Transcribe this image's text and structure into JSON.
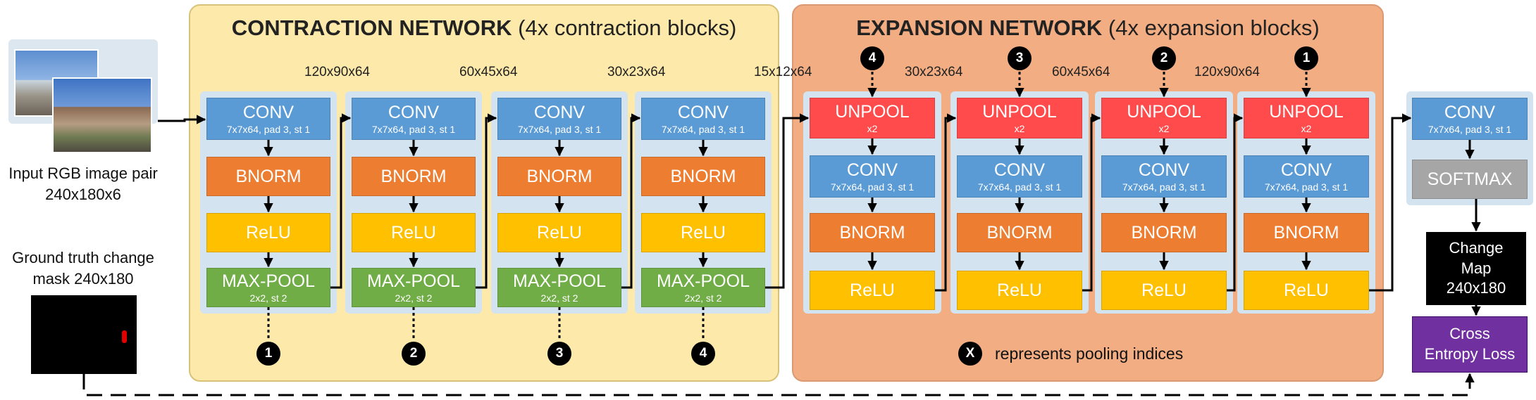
{
  "contraction": {
    "title_bold": "CONTRACTION NETWORK",
    "title_rest": " (4x contraction blocks)"
  },
  "expansion": {
    "title_bold": "EXPANSION NETWORK",
    "title_rest": " (4x expansion blocks)"
  },
  "inputs": {
    "rgb_label_line1": "Input RGB image pair",
    "rgb_label_line2": "240x180x6",
    "gt_label_line1": "Ground truth change",
    "gt_label_line2": "mask 240x180"
  },
  "layers": {
    "conv": "CONV",
    "conv_params": "7x7x64, pad 3, st 1",
    "bnorm": "BNORM",
    "relu": "ReLU",
    "maxpool": "MAX-POOL",
    "maxpool_params": "2x2, st 2",
    "unpool": "UNPOOL",
    "unpool_params": "x2",
    "softmax": "SOFTMAX"
  },
  "dims": {
    "d1": "120x90x64",
    "d2": "60x45x64",
    "d3": "30x23x64",
    "d4": "15x12x64",
    "d5": "30x23x64",
    "d6": "60x45x64",
    "d7": "120x90x64"
  },
  "indices": {
    "contraction": [
      "1",
      "2",
      "3",
      "4"
    ],
    "expansion": [
      "4",
      "3",
      "2",
      "1"
    ]
  },
  "legend": {
    "symbol": "X",
    "text": "represents pooling indices"
  },
  "outputs": {
    "change_map_line1": "Change",
    "change_map_line2": "Map",
    "change_map_line3": "240x180",
    "loss_line1": "Cross",
    "loss_line2": "Entropy Loss"
  }
}
